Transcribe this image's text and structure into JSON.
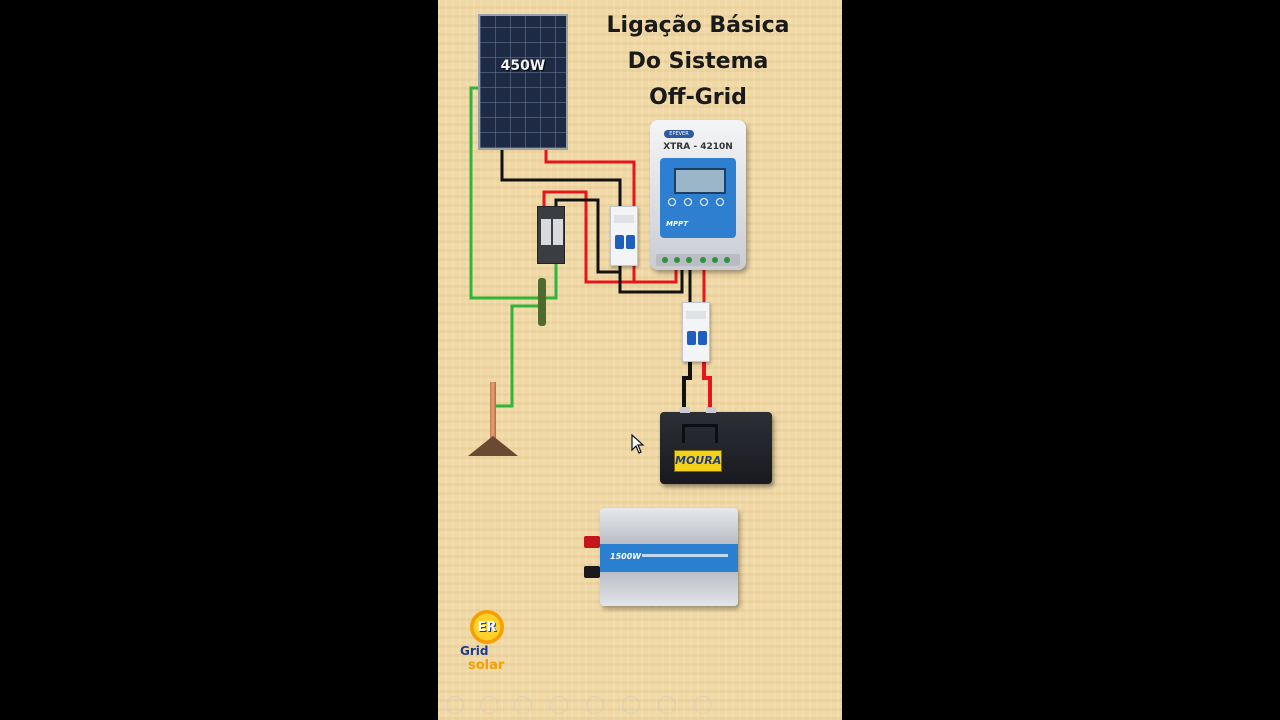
{
  "title": {
    "lines": [
      "Ligação Básica",
      "Do Sistema",
      "Off-Grid"
    ]
  },
  "solar_panel": {
    "label": "450W"
  },
  "controller": {
    "model": "XTRA - 4210N",
    "brand": "EPEVER",
    "type": "MPPT"
  },
  "battery": {
    "brand": "MOURA"
  },
  "inverter": {
    "rating": "1500W"
  },
  "logo": {
    "top": "ER",
    "middle": "Grid",
    "bottom": "solar"
  },
  "colors": {
    "positive_wire": "#e8141b",
    "negative_wire": "#111111",
    "ground_wire": "#2fb53a",
    "background": "#f0d9a6"
  },
  "icons": [
    "cursor-icon",
    "grounding-rod-icon",
    "logo-sun-icon"
  ]
}
